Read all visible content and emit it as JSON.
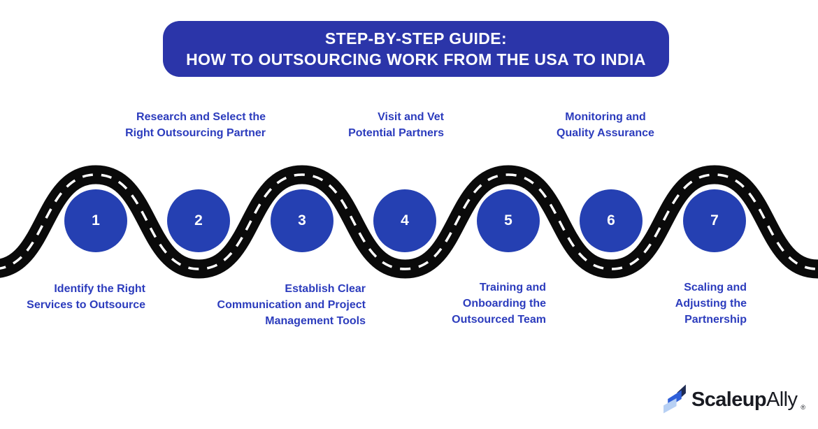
{
  "banner": {
    "line1": "STEP-BY-STEP GUIDE:",
    "line2": "HOW TO OUTSOURCING WORK FROM THE USA TO INDIA"
  },
  "steps": [
    {
      "number": "1",
      "position": "below",
      "label_lines": [
        "Identify the Right",
        "Services to Outsource"
      ]
    },
    {
      "number": "2",
      "position": "above",
      "label_lines": [
        "Research and Select the",
        "Right Outsourcing Partner"
      ]
    },
    {
      "number": "3",
      "position": "below",
      "label_lines": [
        "Establish Clear",
        "Communication and Project",
        "Management Tools"
      ]
    },
    {
      "number": "4",
      "position": "above",
      "label_lines": [
        "Visit and Vet",
        "Potential Partners"
      ]
    },
    {
      "number": "5",
      "position": "below",
      "label_lines": [
        "Training and",
        "Onboarding the",
        "Outsourced Team"
      ]
    },
    {
      "number": "6",
      "position": "above",
      "label_lines": [
        "Monitoring and",
        "Quality Assurance"
      ]
    },
    {
      "number": "7",
      "position": "below",
      "label_lines": [
        "Scaling and",
        "Adjusting the",
        "Partnership"
      ]
    }
  ],
  "logo": {
    "brand_bold": "Scaleup",
    "brand_light": "Ally",
    "registered_mark": "®",
    "icon": "scaleupally-mark-icon"
  },
  "colors": {
    "banner_bg": "#2b35a9",
    "banner_text": "#ffffff",
    "circle_fill": "#2540b2",
    "circle_text": "#ffffff",
    "label_text": "#2c3cbd",
    "road_black": "#0a0a0a",
    "road_dash": "#ffffff",
    "logo_navy": "#1f2b52",
    "logo_blue": "#2f5fd9",
    "logo_light_blue": "#b7d0f4",
    "logo_text": "#191b22"
  }
}
